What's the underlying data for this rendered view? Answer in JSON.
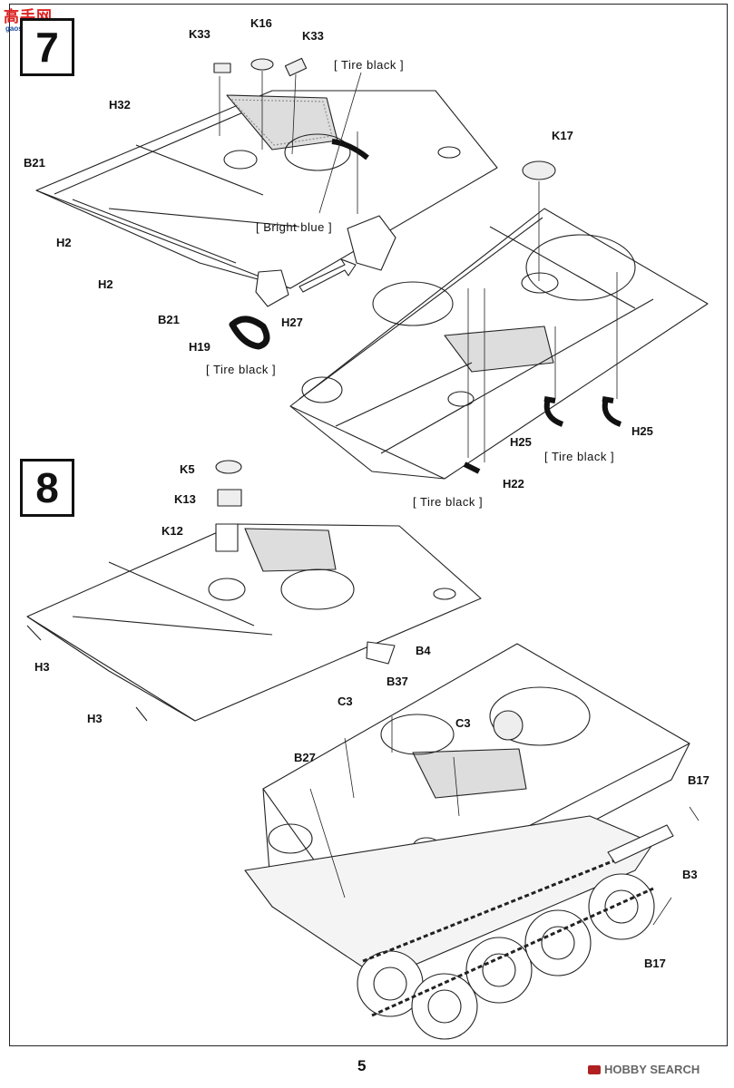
{
  "site_logo": {
    "text": "高手网",
    "subtext": "gaoshou.net"
  },
  "steps": [
    {
      "number": "7"
    },
    {
      "number": "8"
    }
  ],
  "step7": {
    "labels": {
      "k33a": "K33",
      "k16": "K16",
      "k33b": "K33",
      "h32": "H32",
      "b21a": "B21",
      "h2a": "H2",
      "h2b": "H2",
      "b21b": "B21",
      "h27": "H27",
      "h19": "H19",
      "k17": "K17",
      "h25a": "H25",
      "h25b": "H25",
      "h22": "H22"
    },
    "notes": {
      "tire_black_top": "[ Tire  black ]",
      "bright_blue": "[ Bright  blue ]",
      "tire_black_h19": "[ Tire  black ]",
      "tire_black_h25": "[ Tire  black ]",
      "tire_black_h22": "[ Tire  black ]"
    }
  },
  "step8": {
    "labels": {
      "k5": "K5",
      "k13": "K13",
      "k12": "K12",
      "h3a": "H3",
      "h3b": "H3",
      "b4": "B4",
      "c3a": "C3",
      "b37": "B37",
      "c3b": "C3",
      "b27": "B27",
      "b17a": "B17",
      "b3": "B3",
      "b17b": "B17"
    }
  },
  "page_number": "5",
  "watermark": "HOBBY SEARCH"
}
